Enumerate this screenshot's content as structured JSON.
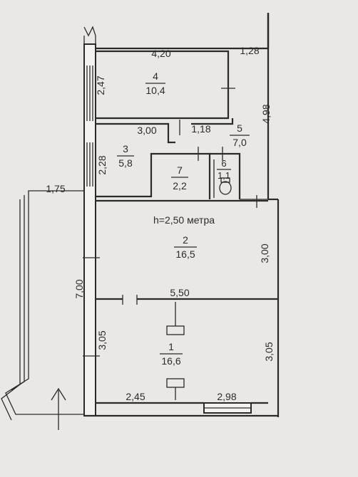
{
  "note": "h=2,50 метра",
  "rooms": [
    {
      "number": "4",
      "area": "10,4"
    },
    {
      "number": "3",
      "area": "5,8"
    },
    {
      "number": "7",
      "area": "2,2"
    },
    {
      "number": "6",
      "area": "1,1"
    },
    {
      "number": "5",
      "area": "7,0"
    },
    {
      "number": "2",
      "area": "16,5"
    },
    {
      "number": "1",
      "area": "16,6"
    }
  ],
  "dimensions": {
    "top_width": "4,20",
    "top_right": "1,28",
    "left_room4": "2,47",
    "right_corridor": "4,98",
    "room3_width": "3,00",
    "passage": "1,18",
    "left_room3": "2,28",
    "balcony": "1,75",
    "room2_height": "3,00",
    "total_left": "7,00",
    "room1_width": "5,50",
    "left_room1": "3,05",
    "right_room1": "3,05",
    "bottom_left": "2,45",
    "bottom_right": "2,98"
  },
  "icons": {
    "entry": "entry-arrow-icon",
    "toilet": "toilet-icon"
  }
}
